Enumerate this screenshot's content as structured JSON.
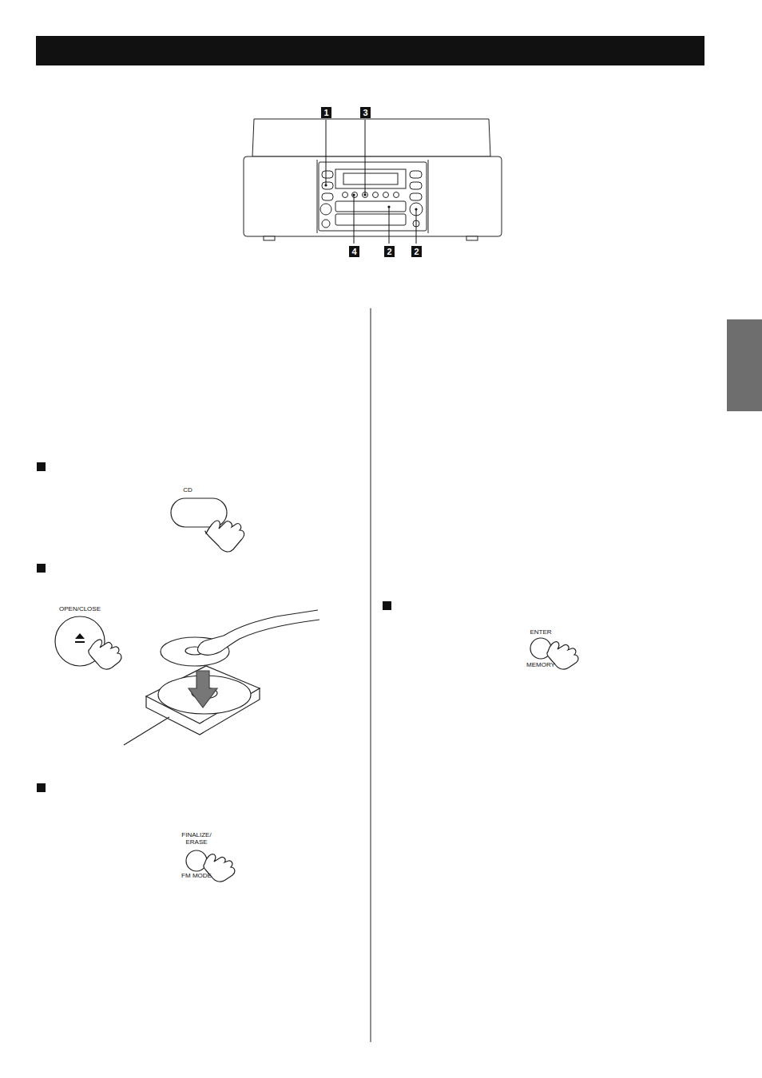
{
  "diagram": {
    "nodes": [
      {
        "text": [
          "CD"
        ]
      },
      {
        "text": [
          "OPEN/CLOSE"
        ]
      },
      {
        "text": [
          "FINALIZE/ ERASE",
          "FM MODE"
        ]
      },
      {
        "text": [
          "ENTER",
          "MEMORY"
        ]
      }
    ],
    "labels": [
      "1",
      "3",
      "4",
      "2",
      "2"
    ]
  }
}
